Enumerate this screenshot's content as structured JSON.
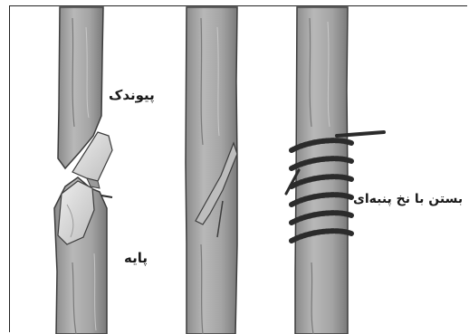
{
  "labels": {
    "scion": "پیوندک",
    "rootstock": "پایه",
    "tie": "بستن با نخ پنبه‌ای"
  },
  "colors": {
    "stem_fill": "#a9a9a9",
    "stem_shadow": "#7d7d7d",
    "stem_outline": "#3c3c3c",
    "cut_face": "#d8d8d8",
    "string": "#2b2b2b",
    "text": "#1a1a1a"
  }
}
